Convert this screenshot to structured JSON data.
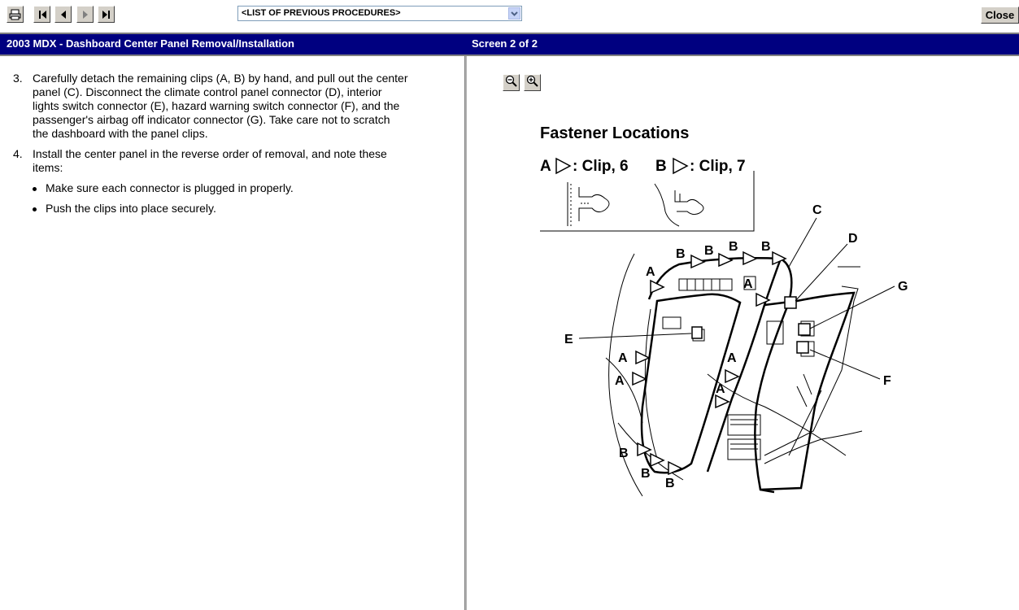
{
  "toolbar": {
    "print_icon": "printer-icon",
    "first_icon": "first-page-icon",
    "prev_icon": "previous-page-icon",
    "next_icon": "next-page-icon",
    "last_icon": "last-page-icon",
    "procedures_select": "<LIST OF PREVIOUS PROCEDURES>",
    "close_label": "Close"
  },
  "header": {
    "title": "2003 MDX - Dashboard Center Panel Removal/Installation",
    "screen": "Screen 2 of 2"
  },
  "content": {
    "steps": [
      {
        "num": "3.",
        "lines": [
          "Carefully detach the remaining clips (A, B) by hand, and pull out the center",
          "panel (C). Disconnect the climate control panel connector (D), interior",
          "lights switch connector (E), hazard warning switch connector (F), and the",
          "passenger's airbag off indicator connector (G). Take care not to scratch",
          "the dashboard with the panel clips."
        ]
      },
      {
        "num": "4.",
        "lines": [
          "Install the center panel in the reverse order of removal, and note these",
          "items:"
        ]
      }
    ],
    "bullets": [
      "Make sure each connector is plugged in properly.",
      "Push the clips into place securely."
    ]
  },
  "figure": {
    "zoom_out_icon": "zoom-out-icon",
    "zoom_in_icon": "zoom-in-icon",
    "heading": "Fastener Locations",
    "clip_a": "A",
    "clip_a_desc": ": Clip, 6",
    "clip_b": "B",
    "clip_b_desc": ": Clip, 7",
    "callouts": {
      "a": "A",
      "b": "B",
      "c": "C",
      "d": "D",
      "e": "E",
      "f": "F",
      "g": "G"
    }
  },
  "colors": {
    "title_bar": "#000080",
    "button_face": "#d4d0c8"
  }
}
